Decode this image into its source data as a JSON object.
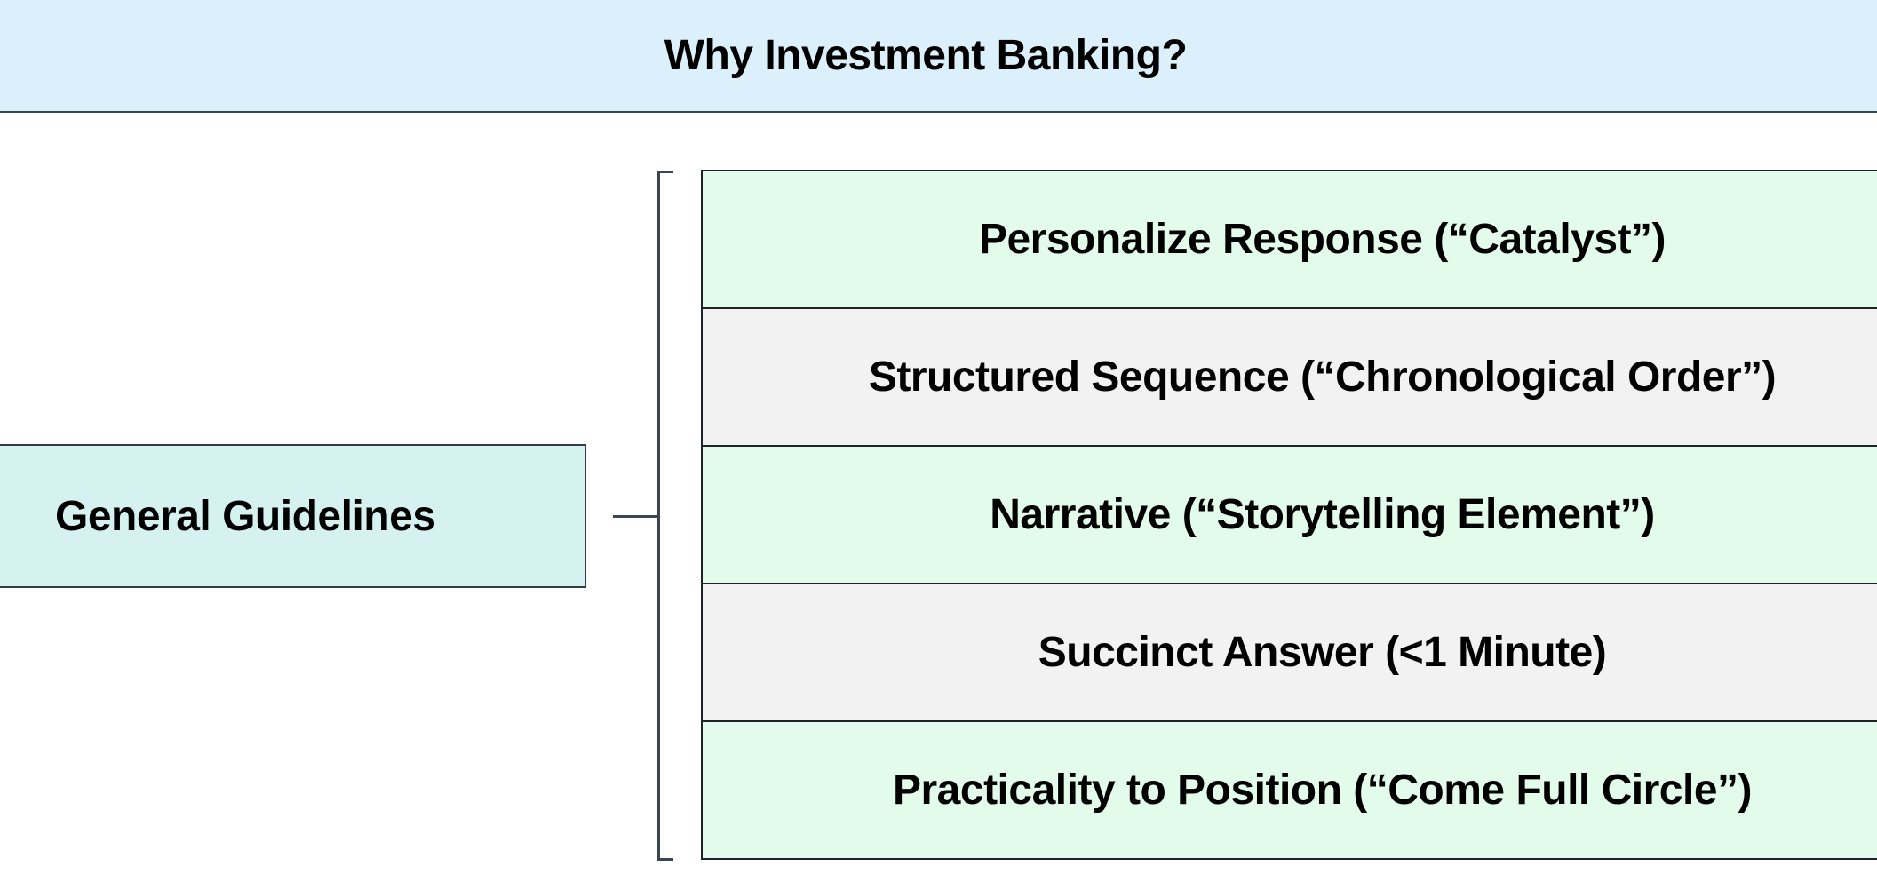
{
  "header": {
    "title": "Why Investment Banking?"
  },
  "left_box": {
    "label": "General Guidelines"
  },
  "guidelines": [
    {
      "label": "Personalize Response (“Catalyst”)",
      "style": "green"
    },
    {
      "label": "Structured Sequence (“Chronological Order”)",
      "style": "gray"
    },
    {
      "label": "Narrative (“Storytelling Element”)",
      "style": "green"
    },
    {
      "label": "Succinct Answer (<1 Minute)",
      "style": "gray"
    },
    {
      "label": "Practicality to Position (“Come Full Circle”)",
      "style": "green"
    }
  ],
  "colors": {
    "header_bg": "#dbf0fb",
    "left_box_bg": "#d6f2f0",
    "row_green_bg": "#e3fbea",
    "row_gray_bg": "#f2f2f2",
    "line": "#3a4654"
  }
}
